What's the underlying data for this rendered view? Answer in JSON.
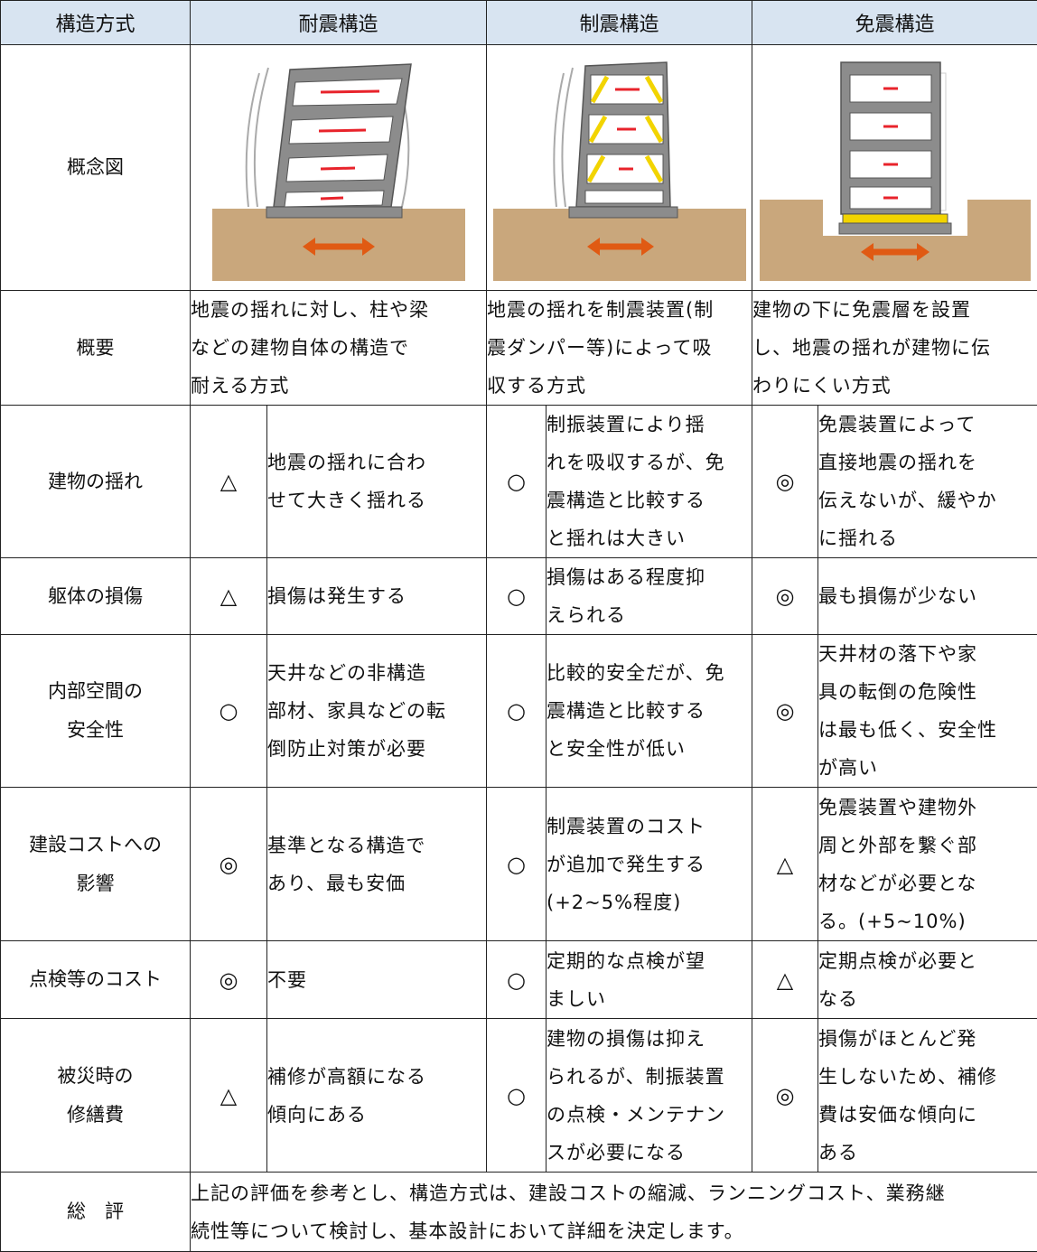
{
  "header": {
    "col0": "構造方式",
    "col1": "耐震構造",
    "col2": "制震構造",
    "col3": "免震構造"
  },
  "concept_row": {
    "label": "概念図"
  },
  "overview_row": {
    "label": "概要",
    "taishin": "地震の揺れに対し、柱や梁\nなどの建物自体の構造で\n耐える方式",
    "seishin": "地震の揺れを制震装置(制\n震ダンパー等)によって吸\n収する方式",
    "menshin": "建物の下に免震層を設置\nし、地震の揺れが建物に伝\nわりにくい方式"
  },
  "rows": [
    {
      "label": "建物の揺れ",
      "taishin_mark": "△",
      "taishin_text": "地震の揺れに合わ\nせて大きく揺れる",
      "seishin_mark": "○",
      "seishin_text": "制振装置により揺\nれを吸収するが、免\n震構造と比較する\nと揺れは大きい",
      "menshin_mark": "◎",
      "menshin_text": "免震装置によって\n直接地震の揺れを\n伝えないが、緩やか\nに揺れる"
    },
    {
      "label": "躯体の損傷",
      "taishin_mark": "△",
      "taishin_text": "損傷は発生する",
      "seishin_mark": "○",
      "seishin_text": "損傷はある程度抑\nえられる",
      "menshin_mark": "◎",
      "menshin_text": "最も損傷が少ない"
    },
    {
      "label": "内部空間の\n安全性",
      "taishin_mark": "○",
      "taishin_text": "天井などの非構造\n部材、家具などの転\n倒防止対策が必要",
      "seishin_mark": "○",
      "seishin_text": "比較的安全だが、免\n震構造と比較する\nと安全性が低い",
      "menshin_mark": "◎",
      "menshin_text": "天井材の落下や家\n具の転倒の危険性\nは最も低く、安全性\nが高い"
    },
    {
      "label": "建設コストへの\n影響",
      "taishin_mark": "◎",
      "taishin_text": "基準となる構造で\nあり、最も安価",
      "seishin_mark": "○",
      "seishin_text": "制震装置のコスト\nが追加で発生する\n(+2~5%程度)",
      "menshin_mark": "△",
      "menshin_text": "免震装置や建物外\n周と外部を繋ぐ部\n材などが必要とな\nる。(+5~10%)"
    },
    {
      "label": "点検等のコスト",
      "taishin_mark": "◎",
      "taishin_text": "不要",
      "seishin_mark": "○",
      "seishin_text": "定期的な点検が望\nましい",
      "menshin_mark": "△",
      "menshin_text": "定期点検が必要と\nなる"
    },
    {
      "label": "被災時の\n修繕費",
      "taishin_mark": "△",
      "taishin_text": "補修が高額になる\n傾向にある",
      "seishin_mark": "○",
      "seishin_text": "建物の損傷は抑え\nられるが、制振装置\nの点検・メンテナン\nスが必要になる",
      "menshin_mark": "◎",
      "menshin_text": "損傷がほとんど発\n生しないため、補修\n費は安価な傾向に\nある"
    }
  ],
  "summary_row": {
    "label": "総　評",
    "text": "上記の評価を参考とし、構造方式は、建設コストの縮減、ランニングコスト、業務継\n続性等について検討し、基本設計において詳細を決定します。"
  },
  "colors": {
    "header_bg": "#d8e4f1",
    "ground": "#c9a77c",
    "building": "#8c8c8c",
    "arrow_red": "#e8232b",
    "arrow_orange": "#e05a13",
    "damper_yellow": "#f2d400"
  }
}
